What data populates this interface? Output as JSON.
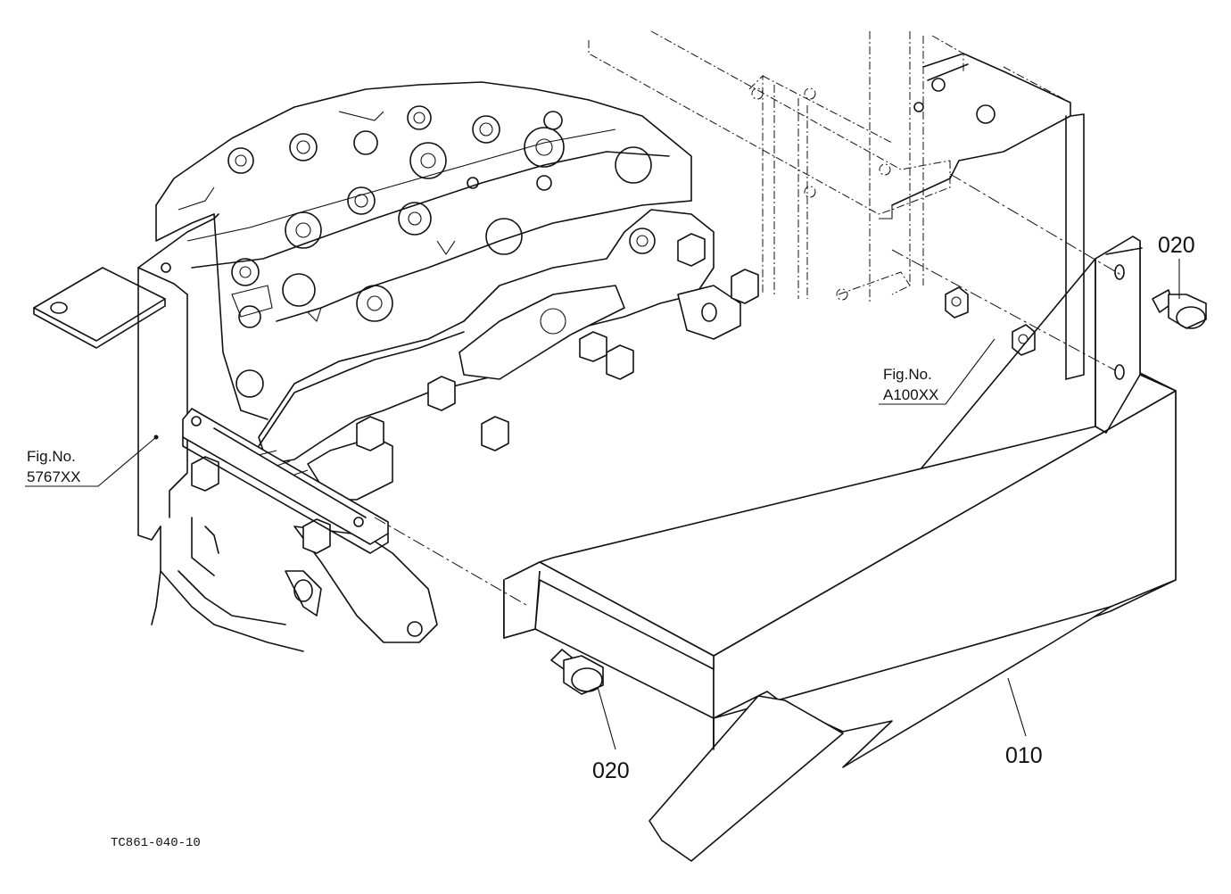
{
  "callouts": {
    "part_010": "010",
    "part_020_top": "020",
    "part_020_bottom": "020"
  },
  "figure_refs": {
    "left": {
      "line1": "Fig.No.",
      "line2": "5767XX"
    },
    "right": {
      "line1": "Fig.No.",
      "line2": "A100XX"
    }
  },
  "drawing_code": "TC861-040-10"
}
